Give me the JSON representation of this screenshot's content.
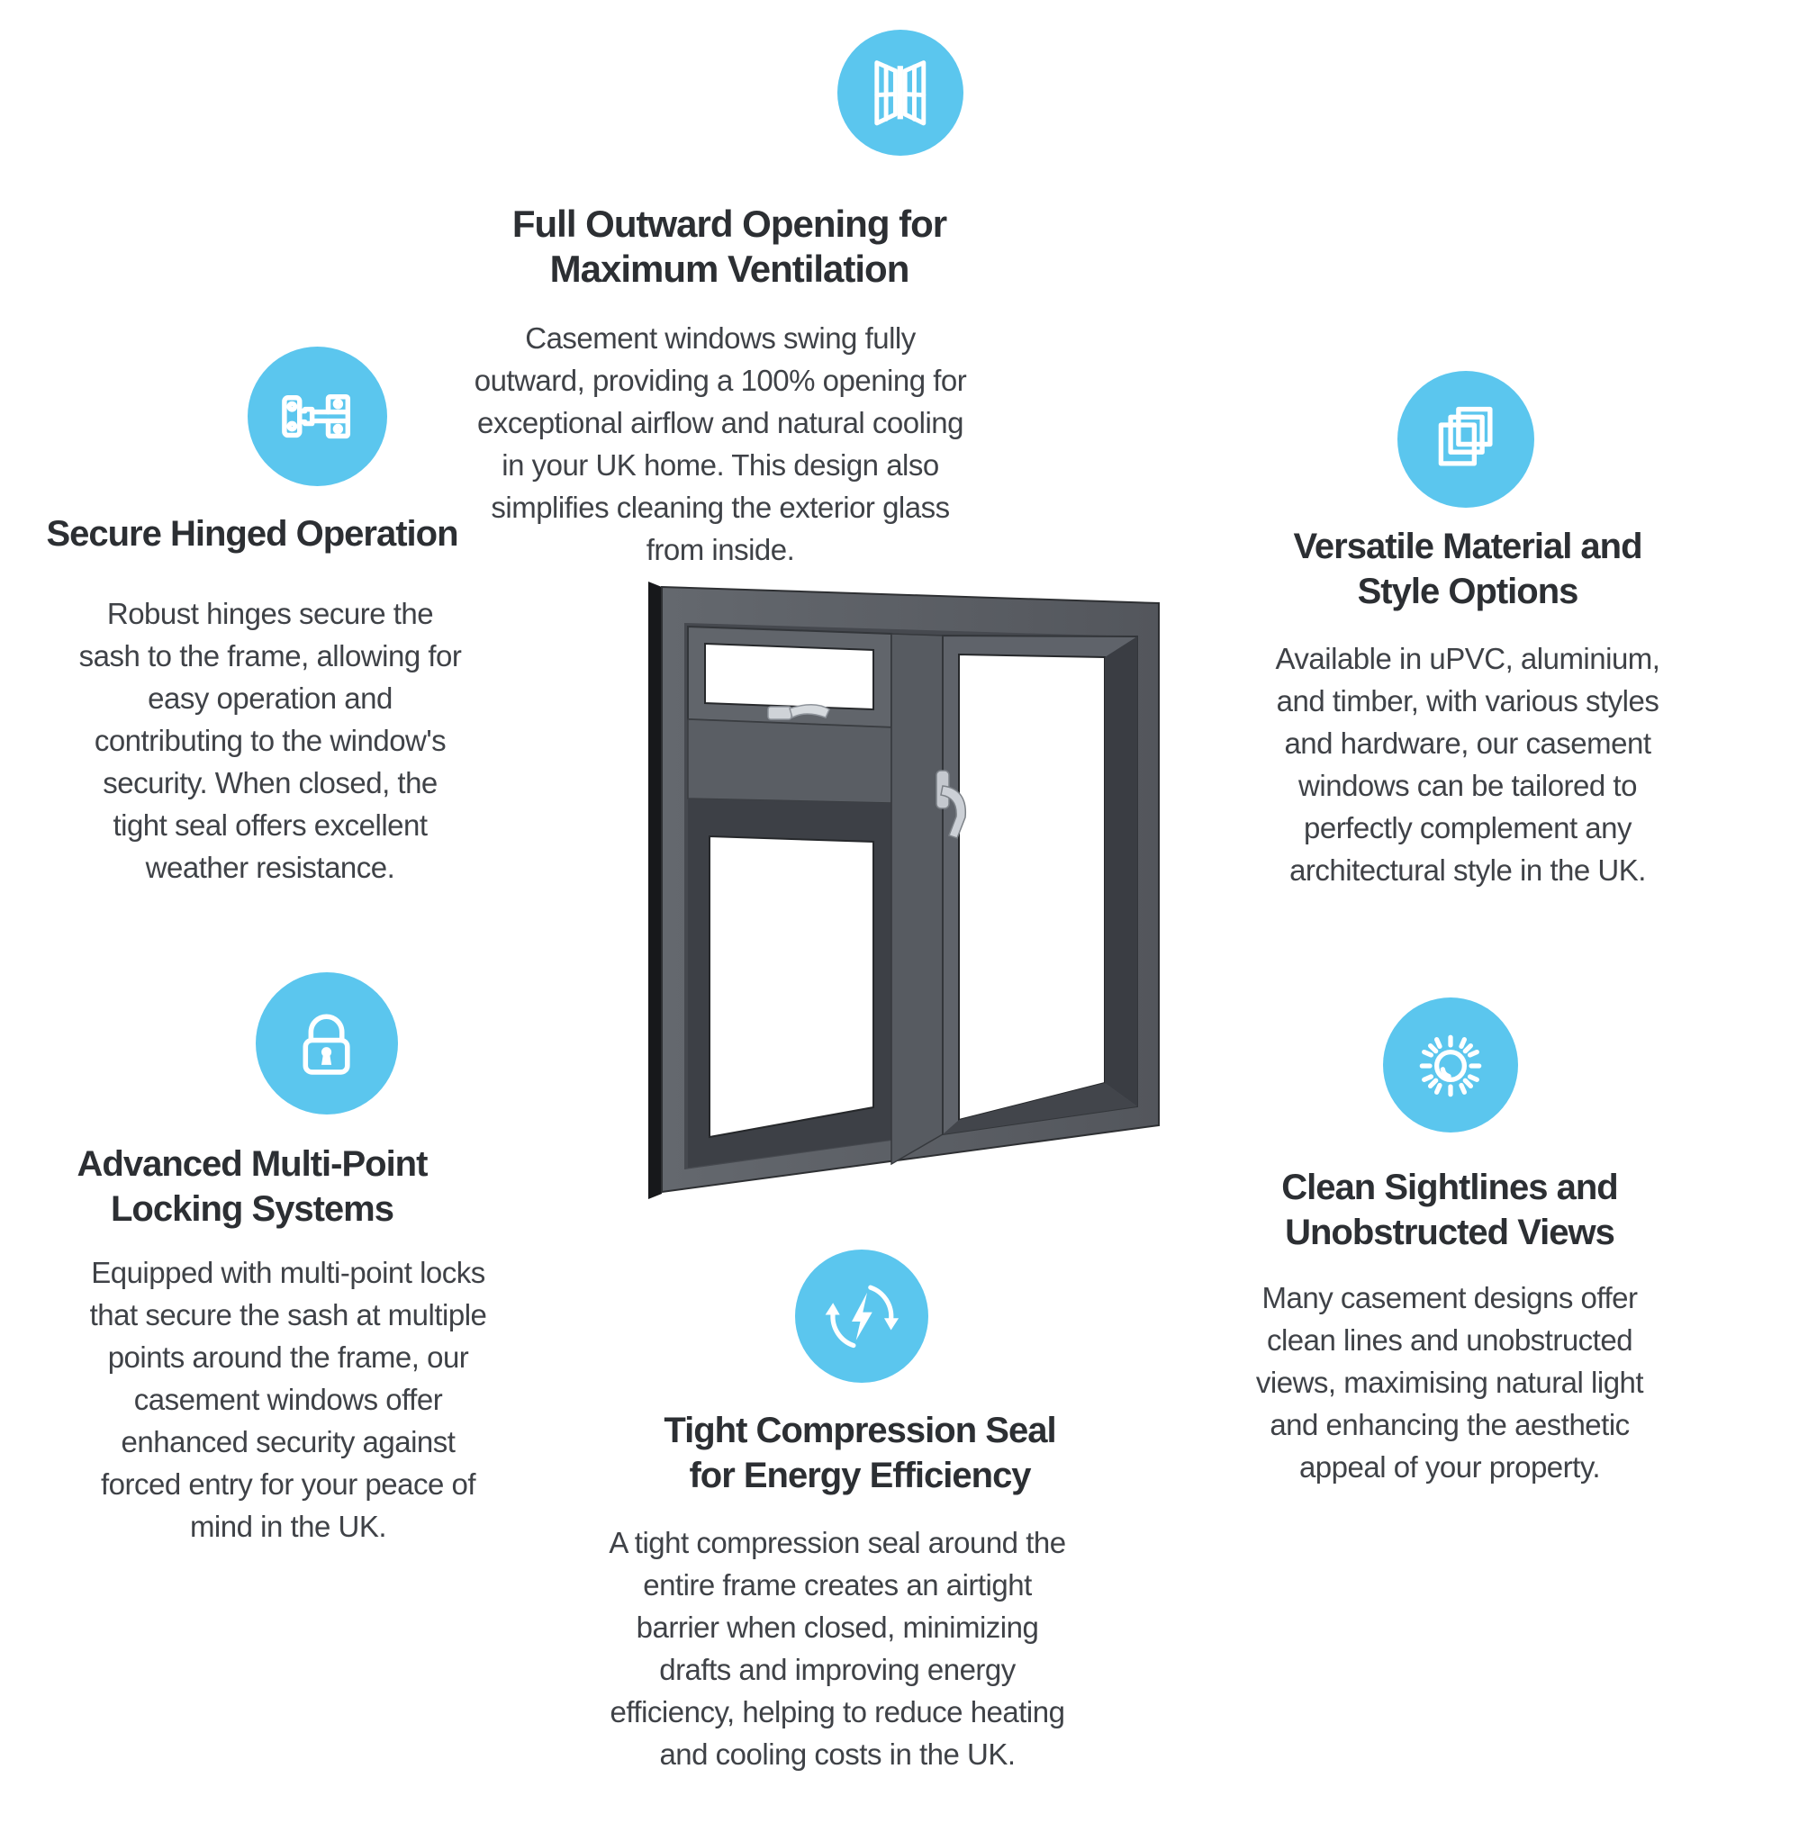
{
  "colors": {
    "accent": "#5bc6ee",
    "heading_text": "#2c2f33",
    "body_text": "#3f4247",
    "window_frame": "#5a5e64",
    "window_glass": "#ffffff"
  },
  "features": [
    {
      "id": "full-outward-opening",
      "icon": "open-window-icon",
      "heading": "Full Outward Opening for\nMaximum Ventilation",
      "body": "Casement windows swing fully\noutward, providing a 100% opening for\nexceptional airflow and natural cooling\nin your UK home. This design also\nsimplifies cleaning the exterior glass\nfrom inside."
    },
    {
      "id": "secure-hinged-operation",
      "icon": "hinge-icon",
      "heading": "Secure Hinged Operation",
      "body": "Robust hinges secure the\nsash to the frame, allowing for\neasy operation and\ncontributing to the window's\nsecurity. When closed, the\ntight seal offers excellent\nweather resistance."
    },
    {
      "id": "versatile-material-style",
      "icon": "stacked-squares-icon",
      "heading": "Versatile Material and\nStyle Options",
      "body": "Available in uPVC, aluminium,\nand timber, with various styles\nand hardware, our casement\nwindows can be tailored to\nperfectly complement any\narchitectural style in the UK."
    },
    {
      "id": "multi-point-locking",
      "icon": "padlock-icon",
      "heading": "Advanced Multi-Point\nLocking Systems",
      "body": "Equipped with multi-point locks\nthat secure the sash at multiple\npoints around the frame, our\ncasement windows offer\nenhanced security against\nforced entry for your peace of\nmind in the UK."
    },
    {
      "id": "clean-sightlines",
      "icon": "sun-icon",
      "heading": "Clean Sightlines and\nUnobstructed Views",
      "body": "Many casement designs offer\nclean lines and unobstructed\nviews, maximising natural light\nand enhancing the aesthetic\nappeal of your property."
    },
    {
      "id": "tight-compression-seal",
      "icon": "energy-cycle-icon",
      "heading": "Tight Compression Seal\nfor Energy Efficiency",
      "body": "A tight compression seal around the\nentire frame creates an airtight\nbarrier when closed, minimizing\ndrafts and improving energy\nefficiency, helping to reduce heating\nand cooling costs in the UK."
    }
  ]
}
